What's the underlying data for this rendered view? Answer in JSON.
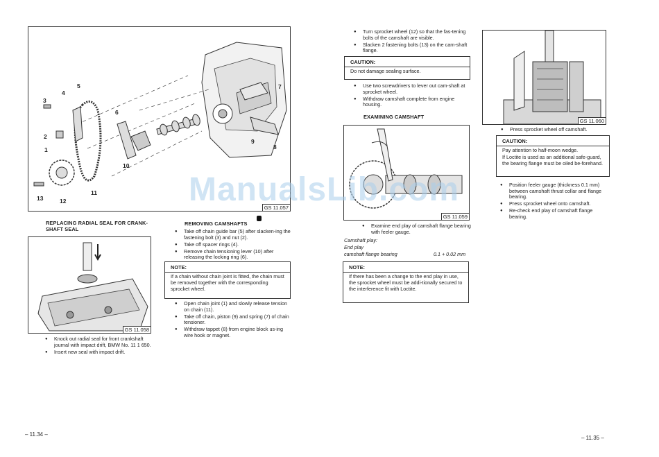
{
  "left_page": {
    "figure_main": {
      "caption": "GS 11.057",
      "callouts": [
        "1",
        "2",
        "3",
        "4",
        "5",
        "6",
        "7",
        "8",
        "9",
        "10",
        "11",
        "12",
        "13"
      ]
    },
    "section_seal": {
      "heading": "REPLACING RADIAL SEAL FOR CRANK-SHAFT SEAL",
      "figure_caption": "GS 11.058",
      "bullets": [
        "Knock out radial seal for front crankshaft journal with impact drift, BMW No. 11 1 650.",
        "Insert new seal with impact drift."
      ]
    },
    "section_remove": {
      "heading": "REMOVING CAMSHAFTS",
      "bullets": [
        "Take off chain guide bar (5) after slacken-ing the fastening bolt (3) and nut (2).",
        "Take off spacer rings (4).",
        "Remove chain tensioning lever (10) after releasing the locking ring (6)."
      ],
      "note_title": "NOTE:",
      "note_text": "If a chain without chain joint is fitted, the chain must be removed together with the corresponding sprocket wheel.",
      "bullets2": [
        "Open chain joint (1) and slowly release tension on chain (11).",
        "Take off chain, piston (9) and spring (7) of chain tensioner.",
        "Withdraw tappet (8) from engine block us-ing wire hook or magnet."
      ]
    },
    "page_number": "– 11.34 –"
  },
  "right_page": {
    "top_bullets": [
      "Turn sprocket wheel (12) so that the fas-tening bolts of the camshaft are visible.",
      "Slacken 2 fastening bolts (13) on the cam-shaft flange."
    ],
    "caution1_title": "CAUTION:",
    "caution1_text": "Do not damage sealing surface.",
    "mid_bullets": [
      "Use two screwdrivers to lever out cam-shaft at sprocket wheel.",
      "Withdraw camshaft complete from engine housing."
    ],
    "examining_heading": "EXAMINING CAMSHAFT",
    "figure_059_caption": "GS 11.059",
    "examine_bullet": "Examine end play of camshaft flange bearing with feeler gauge.",
    "spec_label1": "Camshaft play:",
    "spec_label2": "End play",
    "spec_label3": "camshaft flange bearing",
    "spec_value": "0.1 + 0.02 mm",
    "note_title": "NOTE:",
    "note_text": "If there has been a change to the end play in use, the sprocket wheel must be addi-tionally secured to the interference fit with Loctite.",
    "figure_060_caption": "GS 11.060",
    "press_bullet": "Press sprocket wheel off camshaft.",
    "caution2_title": "CAUTION:",
    "caution2_text1": "Pay attention to half-moon wedge.",
    "caution2_text2": "If Loctite is used as an additional safe-guard, the bearing flange must be oiled be-forehand.",
    "final_bullets": [
      "Position feeler gauge (thickness 0.1 mm) between camshaft thrust collar and flange bearing.",
      "Press sprocket wheel onto camshaft.",
      "Re-check end play of camshaft flange bearing."
    ],
    "page_number": "– 11.35 –"
  },
  "watermark": "ManualsLib.com"
}
